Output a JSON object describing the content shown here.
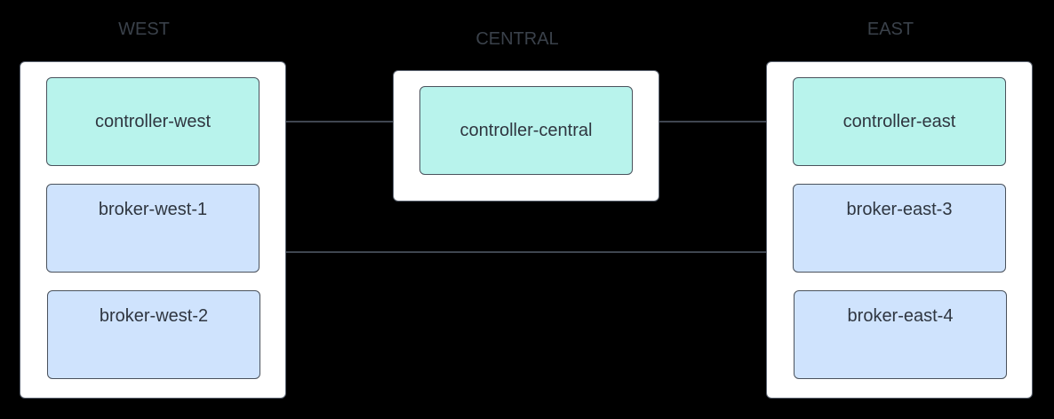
{
  "diagram": {
    "regions": [
      {
        "id": "west",
        "label": "WEST",
        "nodes": [
          {
            "label": "controller-west",
            "type": "controller"
          },
          {
            "label": "broker-west-1",
            "type": "broker"
          },
          {
            "label": "broker-west-2",
            "type": "broker"
          }
        ]
      },
      {
        "id": "central",
        "label": "CENTRAL",
        "nodes": [
          {
            "label": "controller-central",
            "type": "controller"
          }
        ]
      },
      {
        "id": "east",
        "label": "EAST",
        "nodes": [
          {
            "label": "controller-east",
            "type": "controller"
          },
          {
            "label": "broker-east-3",
            "type": "broker"
          },
          {
            "label": "broker-east-4",
            "type": "broker"
          }
        ]
      }
    ],
    "connections": [
      {
        "from": "west",
        "to": "central"
      },
      {
        "from": "central",
        "to": "east"
      },
      {
        "from": "west",
        "to": "east"
      }
    ],
    "colors": {
      "background": "#000000",
      "region_fill": "#ffffff",
      "controller_fill": "#b8f3ec",
      "broker_fill": "#cfe3fd",
      "text": "#2f3640",
      "line": "#3f4650"
    }
  }
}
